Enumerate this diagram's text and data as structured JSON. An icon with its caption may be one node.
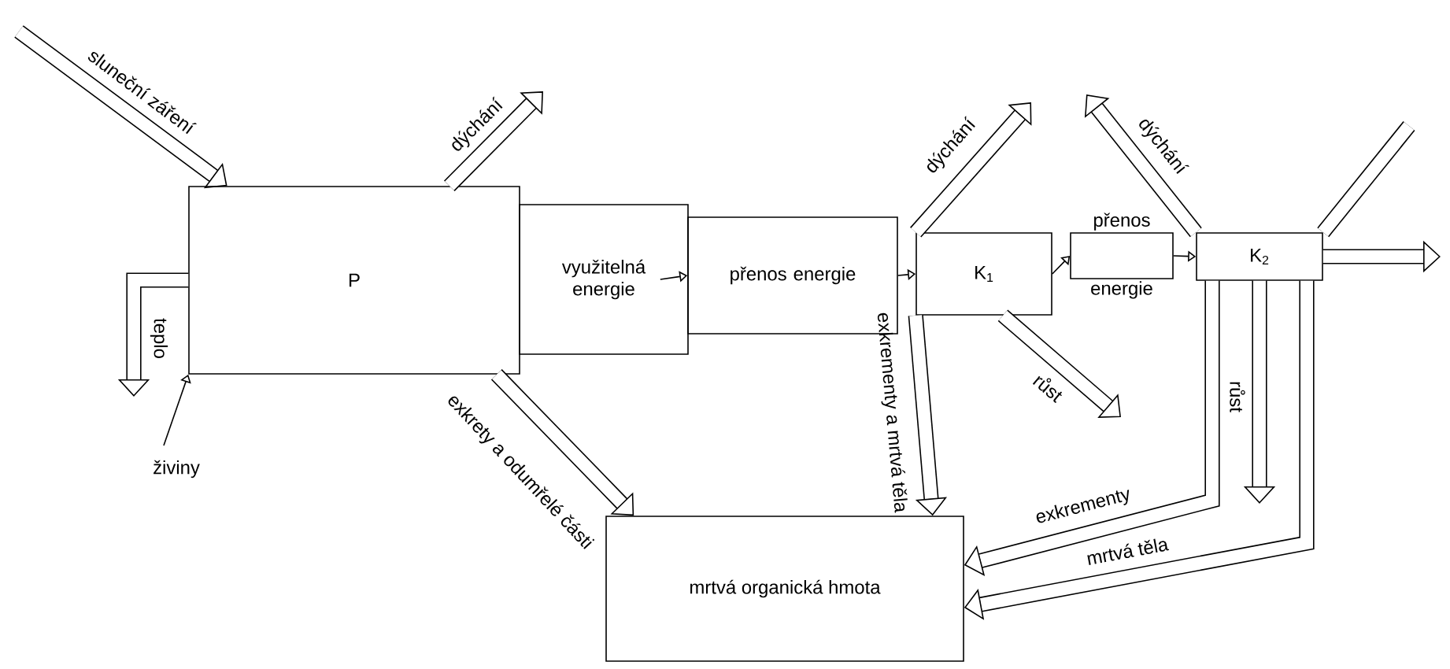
{
  "diagram": {
    "nodes": [
      {
        "text": [
          "P"
        ]
      },
      {
        "text": [
          "využitelná energie"
        ]
      },
      {
        "text": [
          "přenos energie"
        ]
      },
      {
        "text": [
          "K$_{1}$"
        ]
      },
      {
        "text": [
          "přenos",
          "energie"
        ]
      },
      {
        "text": [
          "K$_{2}$"
        ]
      },
      {
        "text": [
          "mrtvá organická hmota"
        ]
      }
    ],
    "edges": [
      {
        "from": null,
        "to": 0,
        "arrow": "to",
        "label": "sluneční záření"
      },
      {
        "from": 0,
        "to": null,
        "arrow": "to",
        "label": "teplo"
      },
      {
        "from": null,
        "to": 0,
        "arrow": "to",
        "label": "živiny"
      },
      {
        "from": 0,
        "to": null,
        "arrow": "to",
        "label": "dýchání"
      },
      {
        "from": 0,
        "to": 6,
        "arrow": "to",
        "label": "exkrety a odumřelé části"
      },
      {
        "from": 1,
        "to": 2,
        "arrow": "to"
      },
      {
        "from": 2,
        "to": 3,
        "arrow": "to"
      },
      {
        "from": 3,
        "to": null,
        "arrow": "to",
        "label": "dýchání"
      },
      {
        "from": 3,
        "to": 6,
        "arrow": "to",
        "label": "exkrementy a mrtvá těla"
      },
      {
        "from": 3,
        "to": null,
        "arrow": "to",
        "label": "růst"
      },
      {
        "from": 3,
        "to": 4,
        "arrow": "to"
      },
      {
        "from": 4,
        "to": 5,
        "arrow": "to"
      },
      {
        "from": 5,
        "to": null,
        "arrow": "to",
        "label": "dýchání"
      },
      {
        "from": 5,
        "to": null,
        "arrow": "none"
      },
      {
        "from": 5,
        "to": null,
        "arrow": "to"
      },
      {
        "from": 5,
        "to": 6,
        "arrow": "to",
        "label": "exkrementy"
      },
      {
        "from": 5,
        "to": null,
        "arrow": "to",
        "label": "růst"
      },
      {
        "from": 5,
        "to": 6,
        "arrow": "to",
        "label": "mrtvá těla"
      }
    ]
  }
}
